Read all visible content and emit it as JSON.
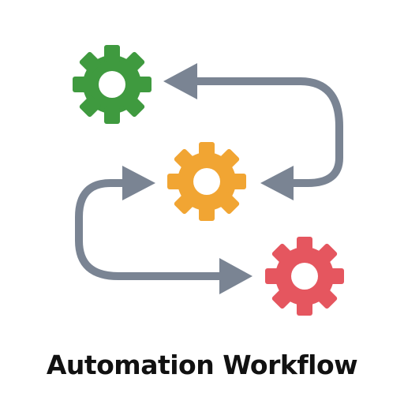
{
  "caption": "Automation Workflow",
  "colors": {
    "gear_top": "#3f9a3f",
    "gear_middle": "#f1a533",
    "gear_bottom": "#e5565f",
    "arrow": "#7a8493",
    "caption_text": "#111111"
  },
  "icons": [
    "gear-icon-green",
    "gear-icon-orange",
    "gear-icon-red",
    "arrow-icon"
  ]
}
